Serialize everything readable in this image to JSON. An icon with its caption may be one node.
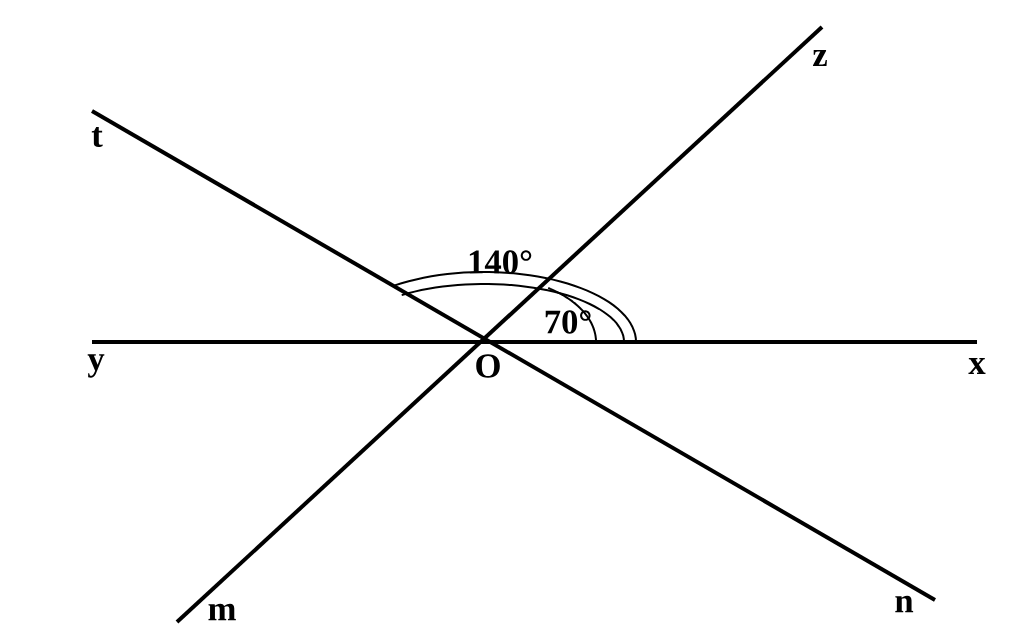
{
  "diagram": {
    "labels": [
      "z",
      "t",
      "140°",
      "70°",
      "y",
      "O",
      "x",
      "m",
      "n"
    ]
  }
}
